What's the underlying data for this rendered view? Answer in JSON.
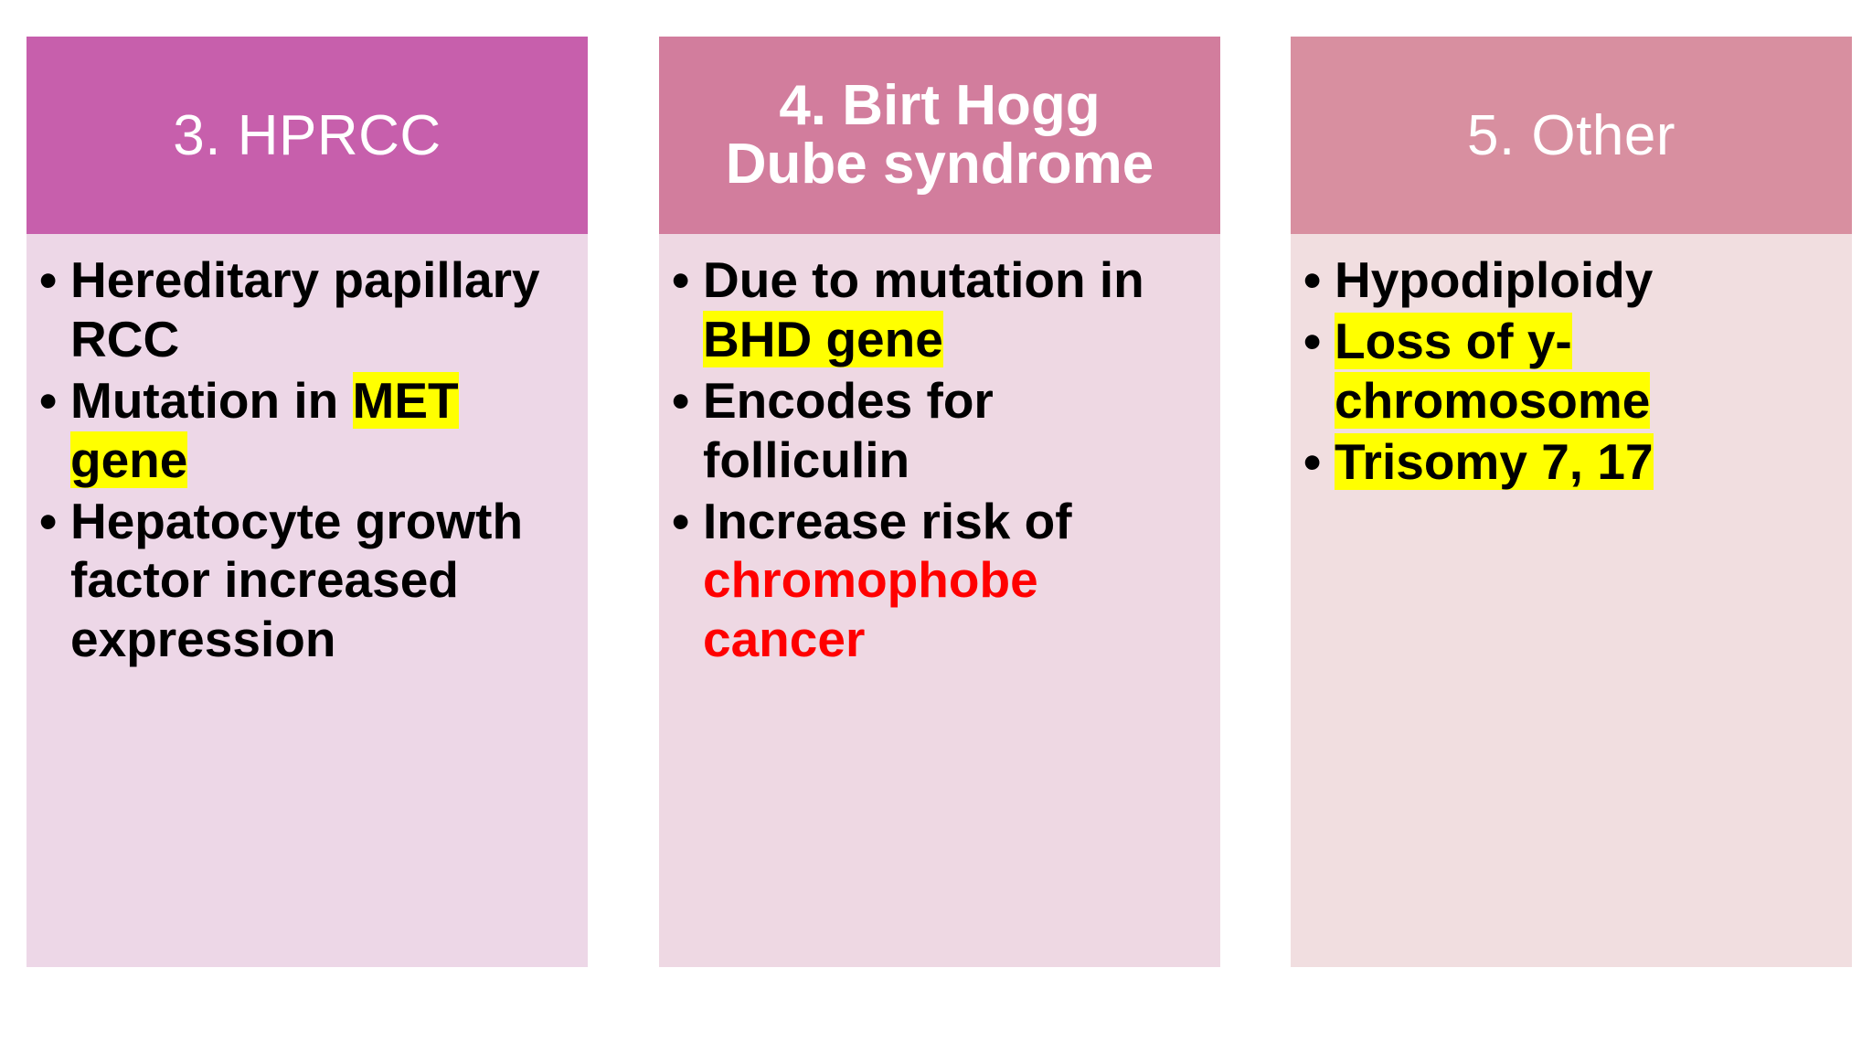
{
  "slide": {
    "background_color": "#ffffff",
    "highlight_color": "#ffff00",
    "accent_red": "#ff0000",
    "bullet_glyph": "•"
  },
  "columns": [
    {
      "id": "hprcc",
      "header": {
        "label": "3. HPRCC",
        "bg_color": "#c75fac",
        "text_color": "#ffffff",
        "bold": false
      },
      "body_bg_color": "#edd7e7",
      "bullets": [
        {
          "id": "hereditary-papillary-rcc",
          "segments": [
            {
              "text": "Hereditary papillary RCC",
              "highlight": false,
              "color": "#000000"
            }
          ]
        },
        {
          "id": "mutation-in-met-gene",
          "segments": [
            {
              "text": "Mutation in ",
              "highlight": false,
              "color": "#000000"
            },
            {
              "text": "MET gene",
              "highlight": true,
              "color": "#000000"
            }
          ]
        },
        {
          "id": "hepatocyte-growth-factor",
          "segments": [
            {
              "text": "Hepatocyte growth factor increased expression",
              "highlight": false,
              "color": "#000000"
            }
          ]
        }
      ]
    },
    {
      "id": "birt-hogg-dube",
      "header": {
        "label": "4. Birt Hogg Dube syndrome",
        "line1": "4. Birt Hogg",
        "line2": "Dube syndrome",
        "bg_color": "#d27d9d",
        "text_color": "#ffffff",
        "bold": true
      },
      "body_bg_color": "#eed8e3",
      "bullets": [
        {
          "id": "due-to-mutation-bhd-gene",
          "segments": [
            {
              "text": "Due to mutation in ",
              "highlight": false,
              "color": "#000000"
            },
            {
              "text": "BHD gene",
              "highlight": true,
              "color": "#000000"
            }
          ]
        },
        {
          "id": "encodes-for-folliculin",
          "segments": [
            {
              "text": "Encodes for folliculin",
              "highlight": false,
              "color": "#000000"
            }
          ]
        },
        {
          "id": "increase-risk-chromophobe-cancer",
          "segments": [
            {
              "text": "Increase risk of ",
              "highlight": false,
              "color": "#000000"
            },
            {
              "text": "chromophobe cancer",
              "highlight": false,
              "color": "#ff0000"
            }
          ]
        }
      ]
    },
    {
      "id": "other",
      "header": {
        "label": "5. Other",
        "bg_color": "#d88fa0",
        "text_color": "#ffffff",
        "bold": false
      },
      "body_bg_color": "#f1dee0",
      "bullets": [
        {
          "id": "hypodiploidy",
          "segments": [
            {
              "text": "Hypodiploidy",
              "highlight": false,
              "color": "#000000"
            }
          ]
        },
        {
          "id": "loss-of-y-chromosome",
          "segments": [
            {
              "text": "Loss of y-chromosome",
              "highlight": true,
              "color": "#000000"
            }
          ]
        },
        {
          "id": "trisomy-7-17",
          "segments": [
            {
              "text": "Trisomy 7, 17",
              "highlight": true,
              "color": "#000000"
            }
          ]
        }
      ]
    }
  ]
}
